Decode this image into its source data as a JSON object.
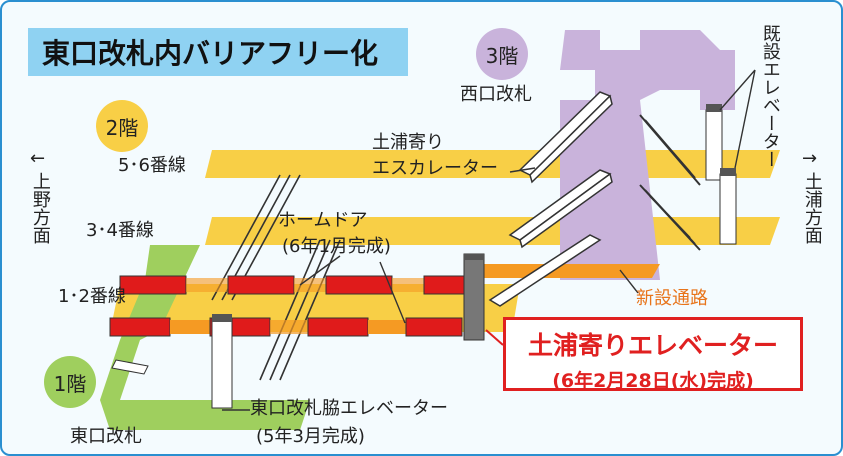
{
  "title": "東口改札内バリアフリー化",
  "floors": {
    "f3": "3階",
    "f2": "2階",
    "f1": "1階"
  },
  "gates": {
    "west": "西口改札",
    "east": "東口改札"
  },
  "tracks": {
    "t56": "5･6番線",
    "t34": "3･4番線",
    "t12": "1･2番線"
  },
  "directions": {
    "left_arrow": "←",
    "left": "上野方面",
    "right_arrow": "→",
    "right": "土浦方面"
  },
  "existing_elevator": "既設エレベーター",
  "escalator": {
    "line1": "土浦寄り",
    "line2": "エスカレーター"
  },
  "home_door": {
    "line1": "ホームドア",
    "line2": "(6年1月完成)"
  },
  "new_passage": "新設通路",
  "east_elevator": {
    "line1": "東口改札脇エレベーター",
    "line2": "(5年3月完成)"
  },
  "callout": {
    "line1": "土浦寄りエレベーター",
    "line2": "(6年2月28日(水)完成)"
  },
  "colors": {
    "platform": "#f8cf46",
    "concourse": "#c9b3db",
    "ground": "#9fcf5e",
    "door": "#e01b1b",
    "passage": "#f59a23",
    "frame": "#2a8fd0"
  }
}
